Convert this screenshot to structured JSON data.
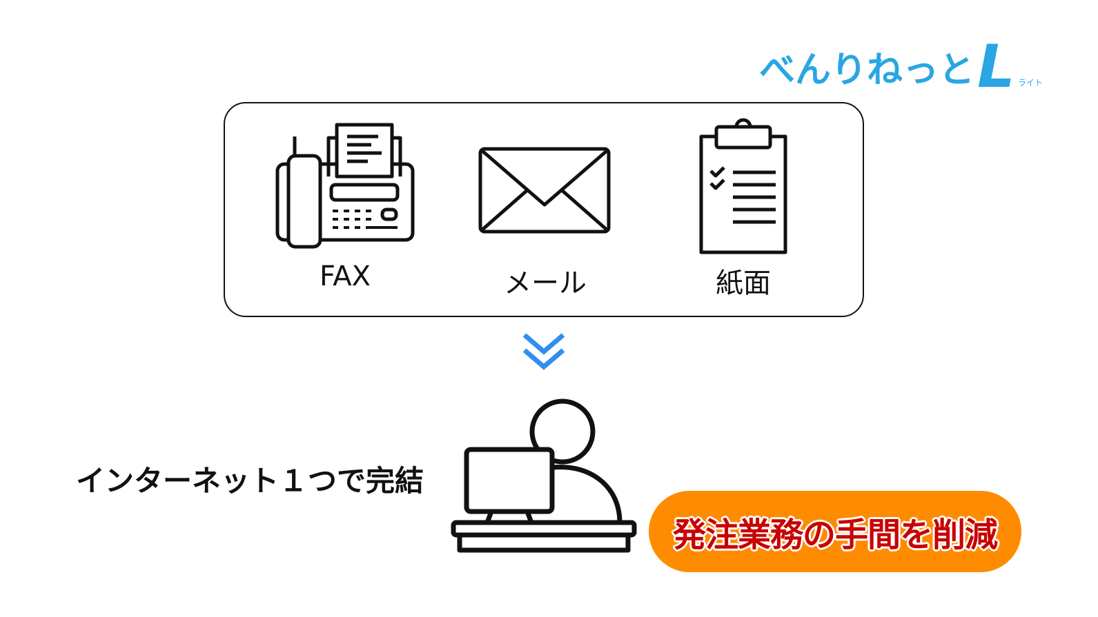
{
  "logo": {
    "main": "べんりねっと",
    "letter": "L",
    "sub": "ライト",
    "color": "#29a6e3"
  },
  "methods": [
    {
      "label": "FAX",
      "icon": "fax-icon"
    },
    {
      "label": "メール",
      "icon": "envelope-icon"
    },
    {
      "label": "紙面",
      "icon": "clipboard-icon"
    }
  ],
  "arrow_color": "#2e8ff0",
  "result": {
    "text": "インターネット１つで完結",
    "icon": "person-computer-icon"
  },
  "badge": {
    "text": "発注業務の手間を削減",
    "bg": "#ff8c00",
    "color": "#c80000"
  }
}
